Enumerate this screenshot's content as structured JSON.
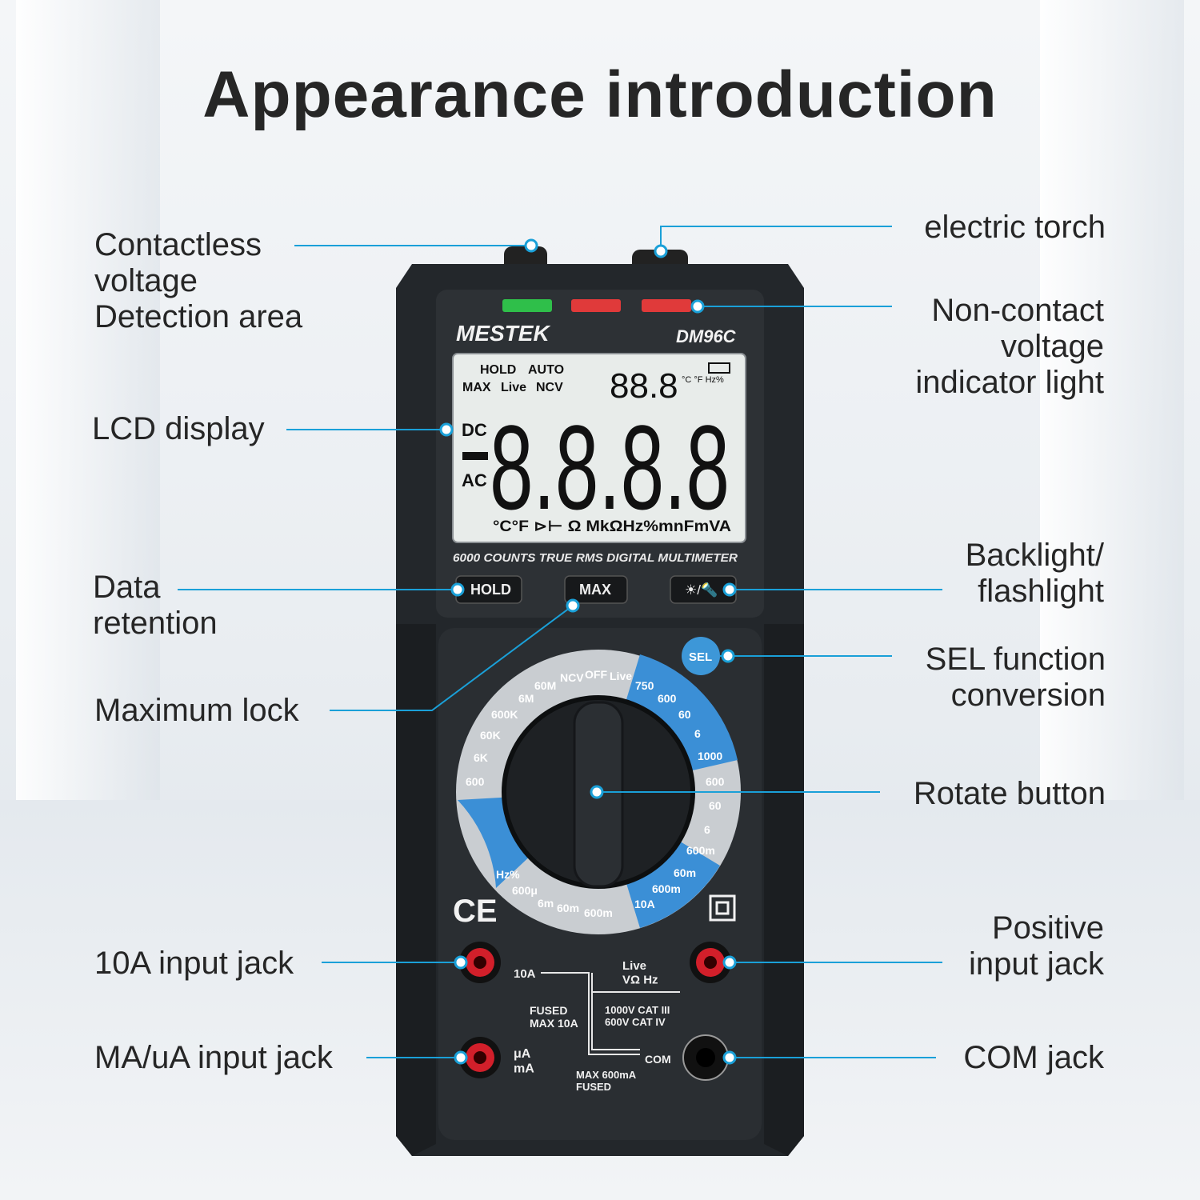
{
  "title": "Appearance introduction",
  "callouts": {
    "contactless": "Contactless\nvoltage\nDetection area",
    "lcd": "LCD display",
    "data_retention": "Data\nretention",
    "maximum_lock": "Maximum lock",
    "jack_10a": "10A input jack",
    "jack_ma": "MA/uA input jack",
    "torch": "electric torch",
    "ncv_light": "Non-contact\nvoltage\nindicator light",
    "backlight": "Backlight/\nflashlight",
    "sel": "SEL function\nconversion",
    "rotate": "Rotate button",
    "positive": "Positive\ninput jack",
    "com": "COM jack"
  },
  "device": {
    "brand": "MESTEK",
    "model": "DM96C",
    "lcd_digits": "8.8.8.8",
    "lcd_small": "88.8",
    "lcd_tags": [
      "HOLD",
      "AUTO",
      "MAX",
      "Live",
      "NCV"
    ],
    "lcd_dc": "DC",
    "lcd_ac": "AC",
    "lcd_units": "°C°F ⊳⊢ Ω MkΩHz%mnFmVA",
    "lcd_temp": "°C °F Hz%",
    "spec_line": "6000 COUNTS  TRUE RMS  DIGITAL MULTIMETER",
    "buttons": {
      "hold": "HOLD",
      "max": "MAX",
      "light": "☀/🔦",
      "sel": "SEL"
    },
    "dial_labels": [
      "OFF",
      "NCV",
      "Live",
      "60M",
      "6M",
      "600K",
      "60K",
      "6K",
      "600",
      "750",
      "600",
      "60",
      "6",
      "1000",
      "600",
      "60",
      "6",
      "600m",
      "60m",
      "600m",
      "10A",
      "600m",
      "60m",
      "6m",
      "600μ",
      "Hz%"
    ],
    "jack_labels": {
      "a10": "10A",
      "fused": "FUSED\nMAX 10A",
      "ua": "μA\nmA",
      "com": "COM",
      "max600": "MAX 600mA\nFUSED",
      "pos": "Live\nVΩ Hz",
      "cat": "1000V CAT III\n600V CAT IV"
    },
    "ce": "CE"
  },
  "colors": {
    "accent": "#1aa0d8",
    "body": "#26292c",
    "green_led": "#2fbf4a",
    "red_led": "#e03a3a",
    "lcd_bg": "#e8ecea"
  }
}
